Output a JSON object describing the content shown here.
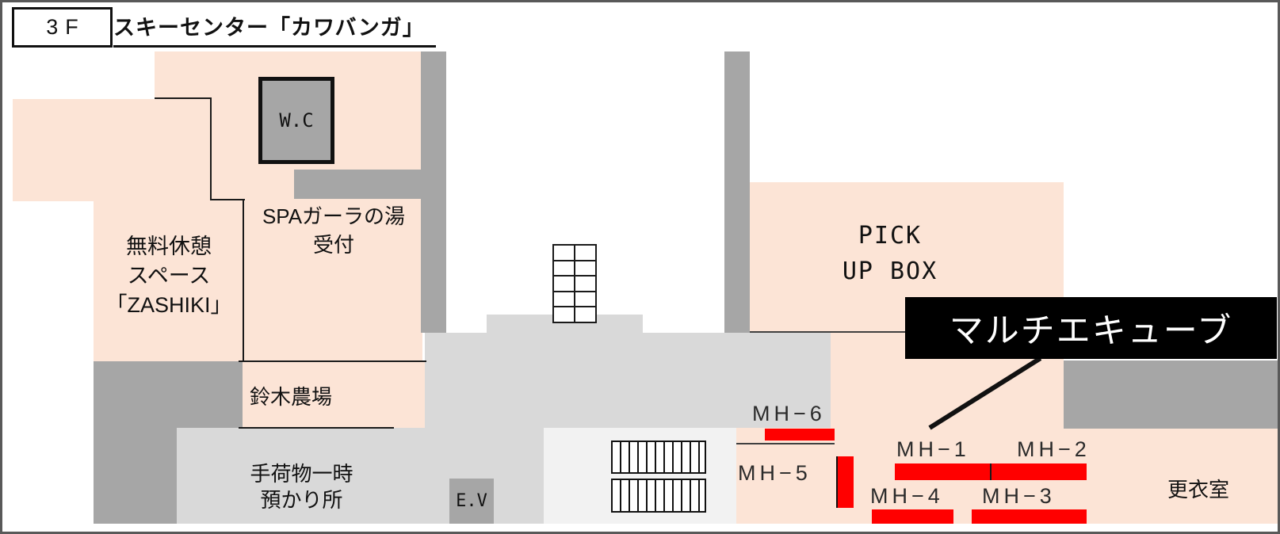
{
  "header": {
    "floor_label": "3F",
    "title": "スキーセンター「カワバンガ」"
  },
  "rooms": {
    "wc": {
      "label": "W.C"
    },
    "spa_reception": {
      "line1": "SPAガーラの湯",
      "line2": "受付"
    },
    "rest_space": {
      "line1": "無料休憩",
      "line2": "スペース",
      "line3": "「ZASHIKI」"
    },
    "suzuki_farm": {
      "label": "鈴木農場"
    },
    "baggage_storage": {
      "line1": "手荷物一時",
      "line2": "預かり所"
    },
    "elevator": {
      "label": "E.V"
    },
    "pickup_box": {
      "line1": "PICK",
      "line2": "UP BOX"
    },
    "changing_room": {
      "label": "更衣室"
    }
  },
  "callout": {
    "label": "マルチエキューブ"
  },
  "markers": {
    "mh1": {
      "label": "MH−1"
    },
    "mh2": {
      "label": "MH−2"
    },
    "mh3": {
      "label": "MH−3"
    },
    "mh4": {
      "label": "MH−4"
    },
    "mh5": {
      "label": "MH−5"
    },
    "mh6": {
      "label": "MH−6"
    }
  },
  "colors": {
    "room_fill": "#fce4d6",
    "wall_gray": "#a6a6a6",
    "floor_gray": "#d9d9d9",
    "stairs_area_gray": "#f2f2f2",
    "marker_red": "#ff0000",
    "callout_bg": "#000000",
    "callout_text": "#ffffff",
    "frame_border": "#595959"
  }
}
